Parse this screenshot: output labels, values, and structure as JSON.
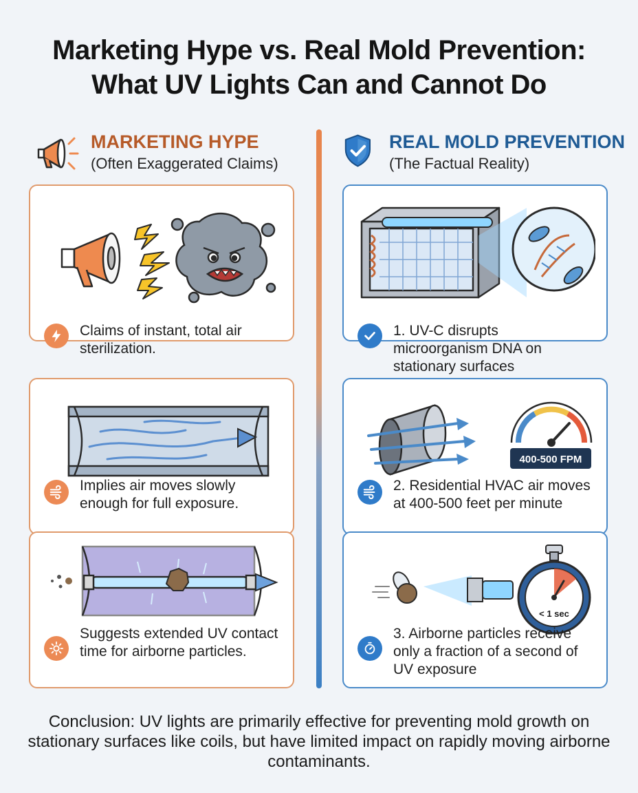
{
  "title": {
    "line1": "Marketing Hype vs. Real Mold Prevention:",
    "line2": "What UV Lights Can and Cannot Do"
  },
  "left_column": {
    "heading": "MARKETING HYPE",
    "subheading": "(Often Exaggerated Claims)",
    "icon": "megaphone-icon",
    "accent": "#e8834a",
    "cards": [
      {
        "text": "Claims of instant, total air sterilization.",
        "icon": "lightning-icon",
        "illustration": "megaphone-vs-angry-mold-cloud"
      },
      {
        "text": "Implies air moves slowly enough for full exposure.",
        "icon": "wind-icon",
        "illustration": "slow-air-in-duct"
      },
      {
        "text": "Suggests extended UV contact time for airborne particles.",
        "icon": "sun-icon",
        "illustration": "particle-under-uv-lamp"
      }
    ]
  },
  "right_column": {
    "heading": "REAL MOLD PREVENTION",
    "subheading": "(The Factual Reality)",
    "icon": "shield-check-icon",
    "accent": "#2f7bc9",
    "cards": [
      {
        "text": "1. UV-C disrupts microorganism DNA on stationary surfaces",
        "icon": "check-icon",
        "illustration": "uv-lamp-on-coil-with-dna"
      },
      {
        "text": "2. Residential HVAC air moves at 400-500 feet per minute",
        "icon": "wind-icon",
        "illustration": "duct-airflow-and-speed-gauge",
        "gauge_label": "400-500 FPM"
      },
      {
        "text": "3. Airborne particles receive only a fraction of a second of UV exposure",
        "icon": "stopwatch-icon",
        "illustration": "particle-passing-uv-lamp-and-stopwatch",
        "timer_label": "< 1 sec"
      }
    ]
  },
  "conclusion": "Conclusion: UV lights are primarily effective for preventing mold growth on stationary surfaces like coils, but have limited impact on rapidly moving airborne contaminants."
}
